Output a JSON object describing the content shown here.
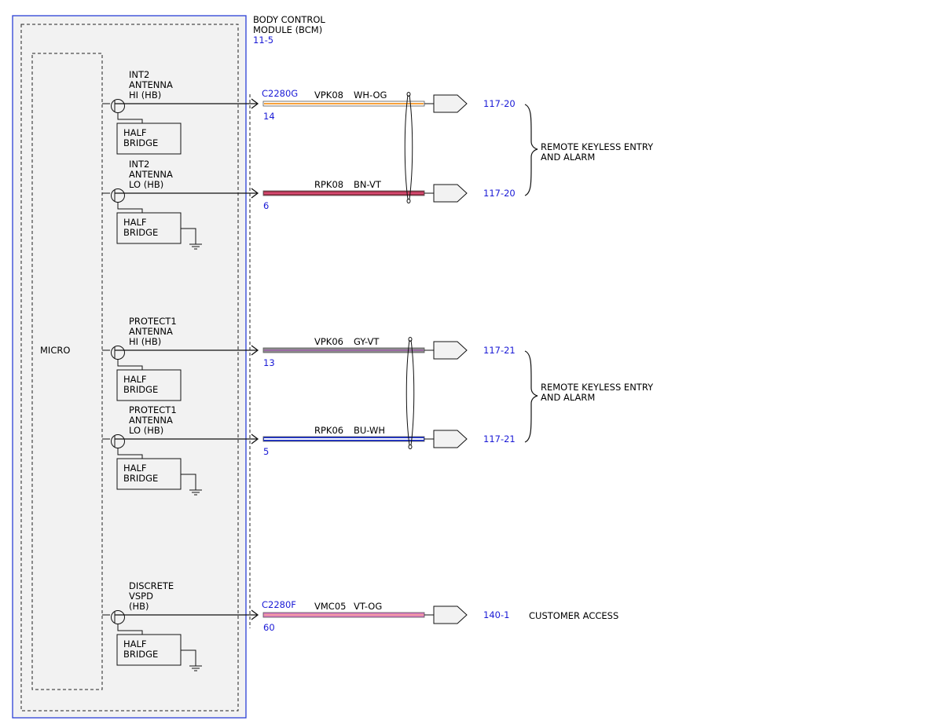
{
  "module": {
    "title_lines": [
      "BODY CONTROL",
      "MODULE (BCM)"
    ],
    "ref": "11-5",
    "micro_label": "MICRO"
  },
  "connectors": [
    "C2280G",
    "C2280F"
  ],
  "circuits": [
    {
      "label_lines": [
        "INT2",
        "ANTENNA",
        "HI (HB)"
      ],
      "pin": "14",
      "connector": "C2280G",
      "circuit": "VPK08",
      "wire_color": "WH-OG",
      "colors": [
        "#ffffff",
        "#f7a13c"
      ],
      "ref": "117-20",
      "bridge_lines": [
        "HALF",
        "BRIDGE"
      ],
      "ground": false
    },
    {
      "label_lines": [
        "INT2",
        "ANTENNA",
        "LO (HB)"
      ],
      "pin": "6",
      "connector": "",
      "circuit": "RPK08",
      "wire_color": "BN-VT",
      "colors": [
        "#9b2f45",
        "#d94a73"
      ],
      "ref": "117-20",
      "bridge_lines": [
        "HALF",
        "BRIDGE"
      ],
      "ground": true
    },
    {
      "label_lines": [
        "PROTECT1",
        "ANTENNA",
        "HI (HB)"
      ],
      "pin": "13",
      "connector": "",
      "circuit": "VPK06",
      "wire_color": "GY-VT",
      "colors": [
        "#8e8e8e",
        "#9a6aa3"
      ],
      "ref": "117-21",
      "bridge_lines": [
        "HALF",
        "BRIDGE"
      ],
      "ground": false
    },
    {
      "label_lines": [
        "PROTECT1",
        "ANTENNA",
        "LO (HB)"
      ],
      "pin": "5",
      "connector": "",
      "circuit": "RPK06",
      "wire_color": "BU-WH",
      "colors": [
        "#1a2fd0",
        "#ffffff"
      ],
      "ref": "117-21",
      "bridge_lines": [
        "HALF",
        "BRIDGE"
      ],
      "ground": true
    },
    {
      "label_lines": [
        "DISCRETE",
        "VSPD",
        "(HB)"
      ],
      "pin": "60",
      "connector": "C2280F",
      "circuit": "VMC05",
      "wire_color": "VT-OG",
      "colors": [
        "#d87bc0",
        "#f29aa0"
      ],
      "ref": "140-1",
      "bridge_lines": [
        "HALF",
        "BRIDGE"
      ],
      "ground": true
    }
  ],
  "destinations": [
    {
      "label_lines": [
        "REMOTE KEYLESS ENTRY",
        "AND ALARM"
      ]
    },
    {
      "label_lines": [
        "REMOTE KEYLESS ENTRY",
        "AND ALARM"
      ]
    },
    {
      "label_lines": [
        "CUSTOMER ACCESS"
      ]
    }
  ],
  "styles": {
    "module_border": "#2b3fd6",
    "ref_text": "#1a1ad6",
    "module_fill": "#f2f2f2"
  }
}
